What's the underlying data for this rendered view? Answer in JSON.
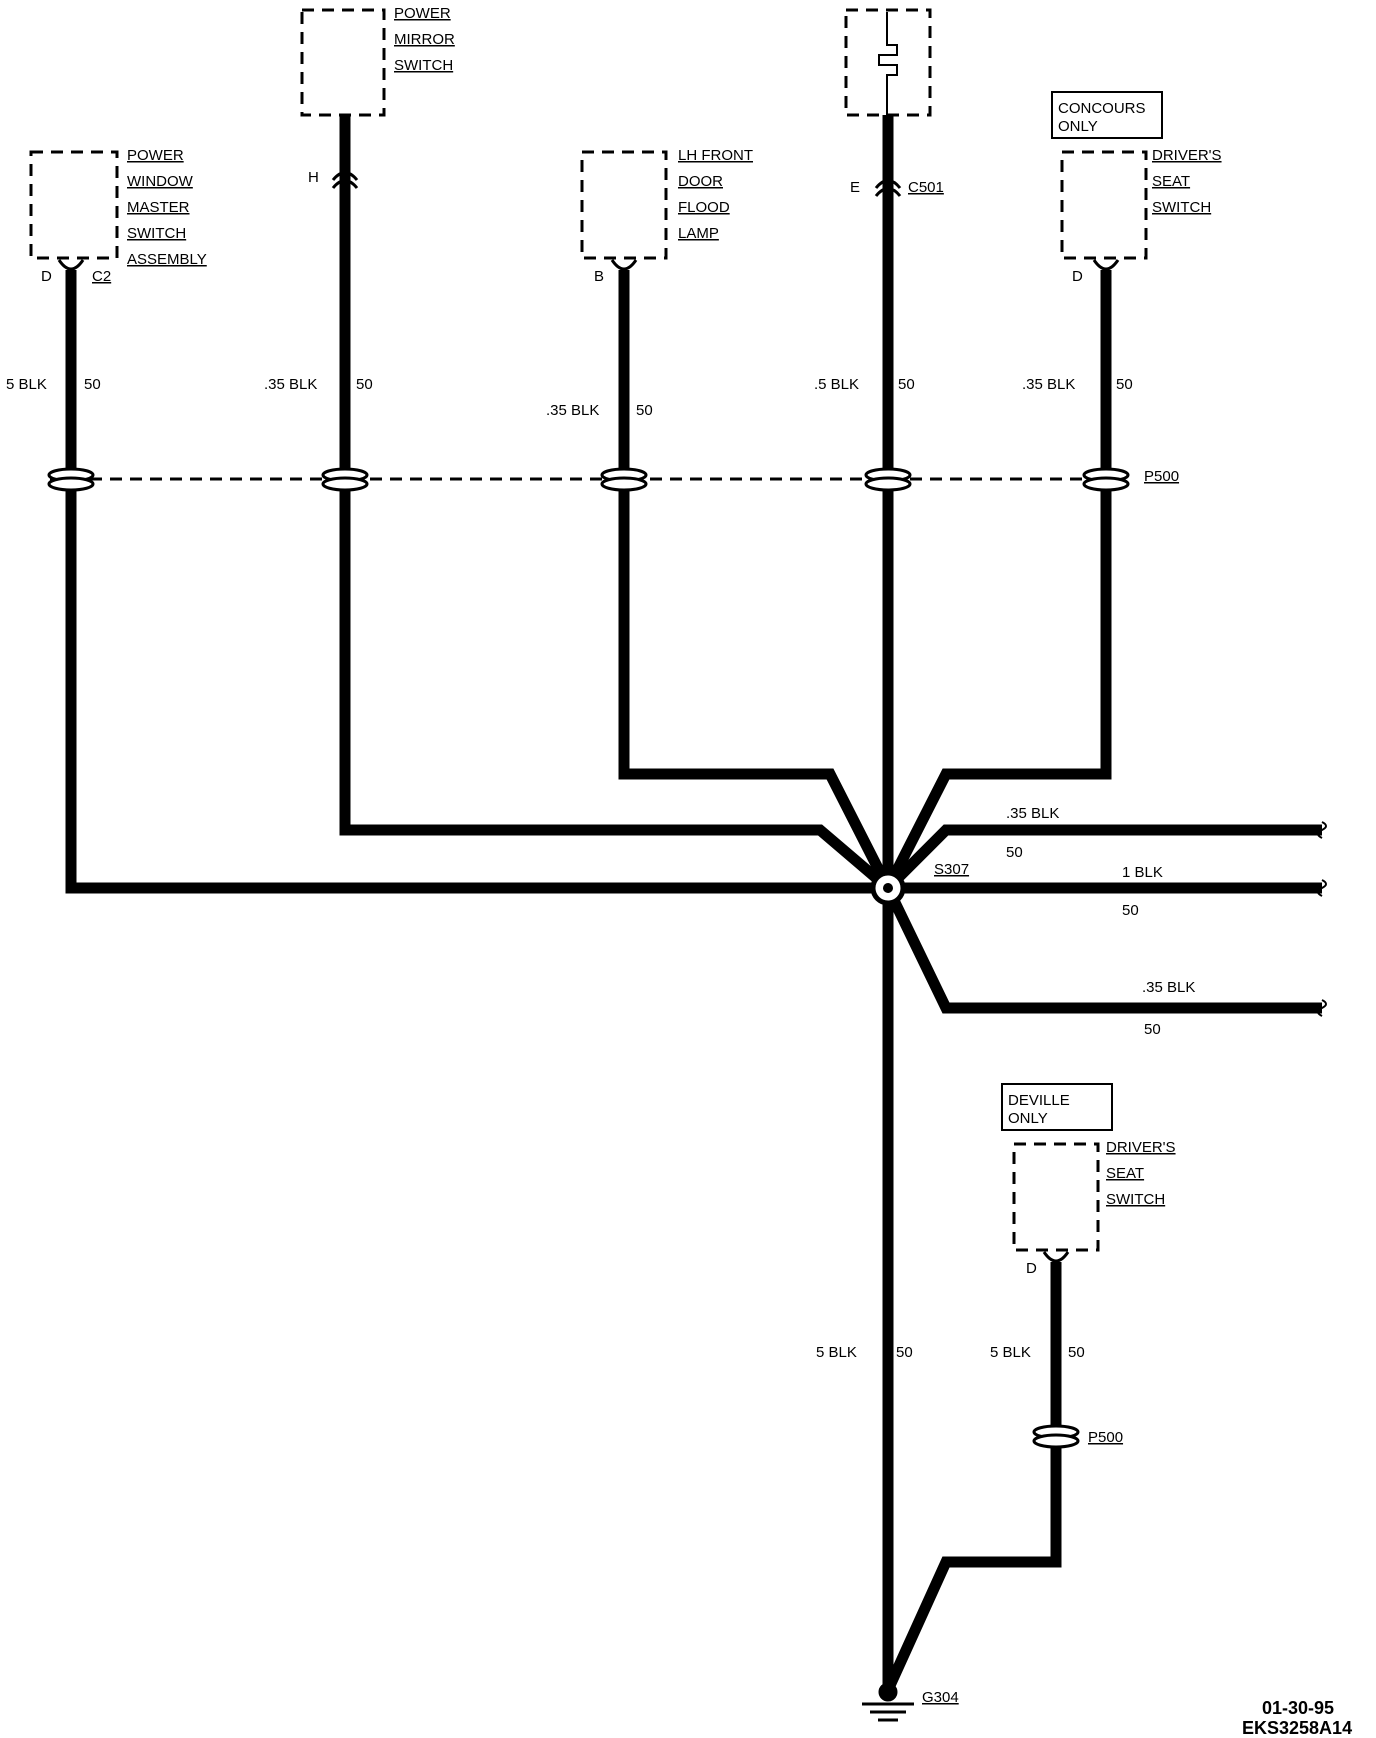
{
  "components": {
    "window_switch": {
      "lines": [
        "POWER",
        "WINDOW",
        "MASTER",
        "SWITCH",
        "ASSEMBLY"
      ],
      "pin": "D",
      "connector": "C2"
    },
    "mirror_switch": {
      "lines": [
        "POWER",
        "MIRROR",
        "SWITCH"
      ],
      "pin": "H"
    },
    "flood_lamp": {
      "lines": [
        "LH FRONT",
        "DOOR",
        "FLOOD",
        "LAMP"
      ],
      "pin": "B"
    },
    "c501": {
      "pin": "E",
      "connector": "C501"
    },
    "seat_switch_concours": {
      "note_lines": [
        "CONCOURS",
        "ONLY"
      ],
      "lines": [
        "DRIVER'S",
        "SEAT",
        "SWITCH"
      ],
      "pin": "D"
    },
    "seat_switch_deville": {
      "note_lines": [
        "DEVILLE",
        "ONLY"
      ],
      "lines": [
        "DRIVER'S",
        "SEAT",
        "SWITCH"
      ],
      "pin": "D"
    }
  },
  "wires": {
    "w1": {
      "gauge": "5 BLK",
      "circuit": "50"
    },
    "w2": {
      "gauge": ".35 BLK",
      "circuit": "50"
    },
    "w3": {
      "gauge": ".35 BLK",
      "circuit": "50"
    },
    "w4": {
      "gauge": ".5 BLK",
      "circuit": "50"
    },
    "w5": {
      "gauge": ".35 BLK",
      "circuit": "50"
    },
    "r1": {
      "gauge": ".35 BLK",
      "circuit": "50"
    },
    "r2": {
      "gauge": "1 BLK",
      "circuit": "50"
    },
    "r3": {
      "gauge": ".35 BLK",
      "circuit": "50"
    },
    "ground_main": {
      "gauge": "5 BLK",
      "circuit": "50"
    },
    "ground_seat": {
      "gauge": "5 BLK",
      "circuit": "50"
    }
  },
  "connectors": {
    "p500_top": "P500",
    "p500_bottom": "P500"
  },
  "splice": "S307",
  "ground": "G304",
  "footer": {
    "date": "01-30-95",
    "code": "EKS3258A14"
  }
}
